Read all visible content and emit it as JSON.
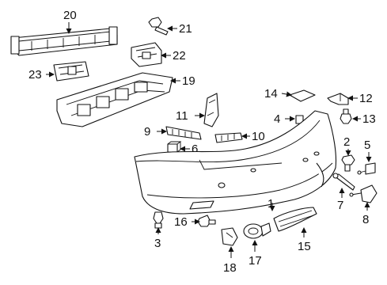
{
  "diagram": {
    "callouts": {
      "c1": "1",
      "c2": "2",
      "c3": "3",
      "c4": "4",
      "c5": "5",
      "c6": "6",
      "c7": "7",
      "c8": "8",
      "c9": "9",
      "c10": "10",
      "c11": "11",
      "c12": "12",
      "c13": "13",
      "c14": "14",
      "c15": "15",
      "c16": "16",
      "c17": "17",
      "c18": "18",
      "c19": "19",
      "c20": "20",
      "c21": "21",
      "c22": "22",
      "c23": "23"
    }
  }
}
